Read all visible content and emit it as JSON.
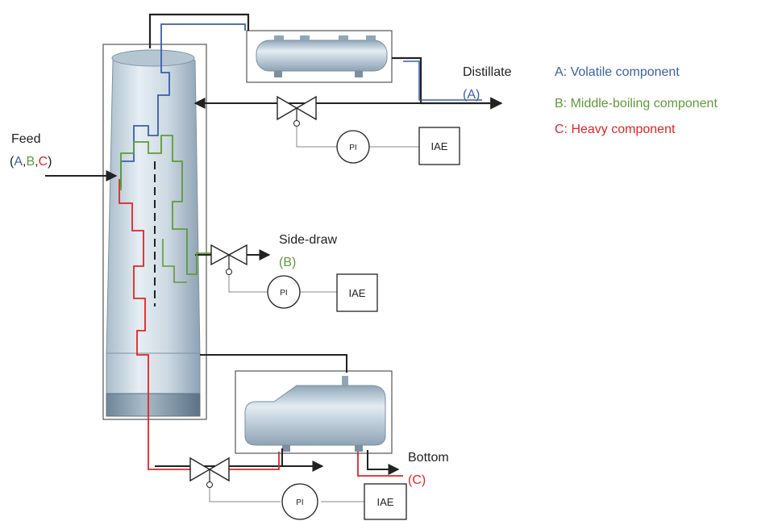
{
  "feed": {
    "title": "Feed",
    "open": "(",
    "a": "A",
    "c1": ",",
    "b": "B",
    "c2": ",",
    "c": "C",
    "close": ")"
  },
  "distillate": {
    "title": "Distillate",
    "open": "(",
    "a": "A",
    "close": ")"
  },
  "side_draw": {
    "title": "Side-draw",
    "open": "(",
    "b": "B",
    "close": ")"
  },
  "bottom": {
    "title": "Bottom",
    "open": "(",
    "c": "C",
    "close": ")"
  },
  "legend": {
    "a": "A: Volatile component",
    "b": "B: Middle-boiling component",
    "c": "C: Heavy component"
  },
  "instruments": {
    "pi_label": "PI",
    "iae_label": "IAE"
  },
  "colors": {
    "component_a": "#3a5fa8",
    "component_b": "#5f9a3a",
    "component_c": "#e02525",
    "line": "#222222",
    "signal": "#8a8a8a"
  }
}
